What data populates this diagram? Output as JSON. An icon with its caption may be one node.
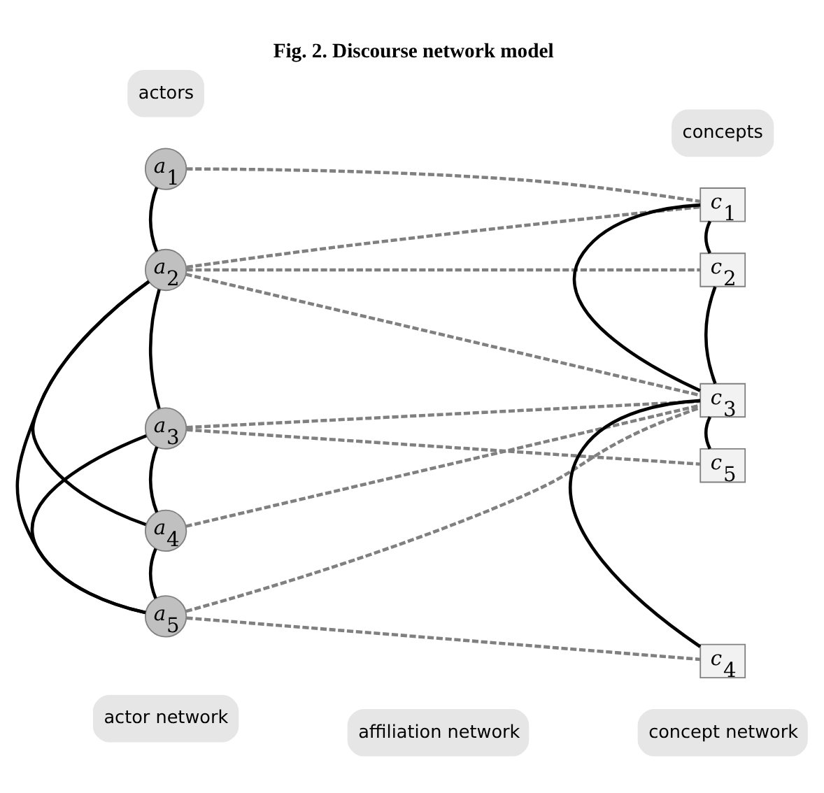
{
  "diagram": {
    "title": "Fig. 2. Discourse network model",
    "nodes": [
      {
        "text": [
          "actors"
        ]
      },
      {
        "text": [
          "concepts"
        ]
      },
      {
        "text": [
          "a$_{1}$"
        ]
      },
      {
        "text": [
          "a$_{2}$"
        ]
      },
      {
        "text": [
          "a$_{3}$"
        ]
      },
      {
        "text": [
          "a$_{4}$"
        ]
      },
      {
        "text": [
          "a$_{5}$"
        ]
      },
      {
        "text": [
          "c$_{1}$"
        ]
      },
      {
        "text": [
          "c$_{2}$"
        ]
      },
      {
        "text": [
          "c$_{3}$"
        ]
      },
      {
        "text": [
          "c$_{5}$"
        ]
      },
      {
        "text": [
          "c$_{4}$"
        ]
      },
      {
        "text": [
          "actor network"
        ]
      },
      {
        "text": [
          "affiliation network"
        ]
      },
      {
        "text": [
          "concept network"
        ]
      }
    ],
    "edges": [
      {
        "from": 2,
        "to": 3,
        "arrow": "none"
      },
      {
        "from": 3,
        "to": 4,
        "arrow": "none"
      },
      {
        "from": 3,
        "to": 5,
        "arrow": "none"
      },
      {
        "from": 3,
        "to": 6,
        "arrow": "none"
      },
      {
        "from": 4,
        "to": 5,
        "arrow": "none"
      },
      {
        "from": 4,
        "to": 6,
        "arrow": "none"
      },
      {
        "from": 5,
        "to": 6,
        "arrow": "none"
      },
      {
        "from": 7,
        "to": 8,
        "arrow": "none"
      },
      {
        "from": 7,
        "to": 9,
        "arrow": "none"
      },
      {
        "from": 8,
        "to": 9,
        "arrow": "none"
      },
      {
        "from": 9,
        "to": 10,
        "arrow": "none"
      },
      {
        "from": 9,
        "to": 11,
        "arrow": "none"
      },
      {
        "from": 2,
        "to": 7,
        "arrow": "none",
        "style": "dashed",
        "color": "#808080"
      },
      {
        "from": 3,
        "to": 7,
        "arrow": "none",
        "style": "dashed",
        "color": "#808080"
      },
      {
        "from": 3,
        "to": 8,
        "arrow": "none",
        "style": "dashed",
        "color": "#808080"
      },
      {
        "from": 3,
        "to": 9,
        "arrow": "none",
        "style": "dashed",
        "color": "#808080"
      },
      {
        "from": 4,
        "to": 9,
        "arrow": "none",
        "style": "dashed",
        "color": "#808080"
      },
      {
        "from": 4,
        "to": 10,
        "arrow": "none",
        "style": "dashed",
        "color": "#808080"
      },
      {
        "from": 5,
        "to": 9,
        "arrow": "none",
        "style": "dashed",
        "color": "#808080"
      },
      {
        "from": 6,
        "to": 9,
        "arrow": "none",
        "style": "dashed",
        "color": "#808080"
      },
      {
        "from": 6,
        "to": 11,
        "arrow": "none",
        "style": "dashed",
        "color": "#808080"
      }
    ]
  }
}
